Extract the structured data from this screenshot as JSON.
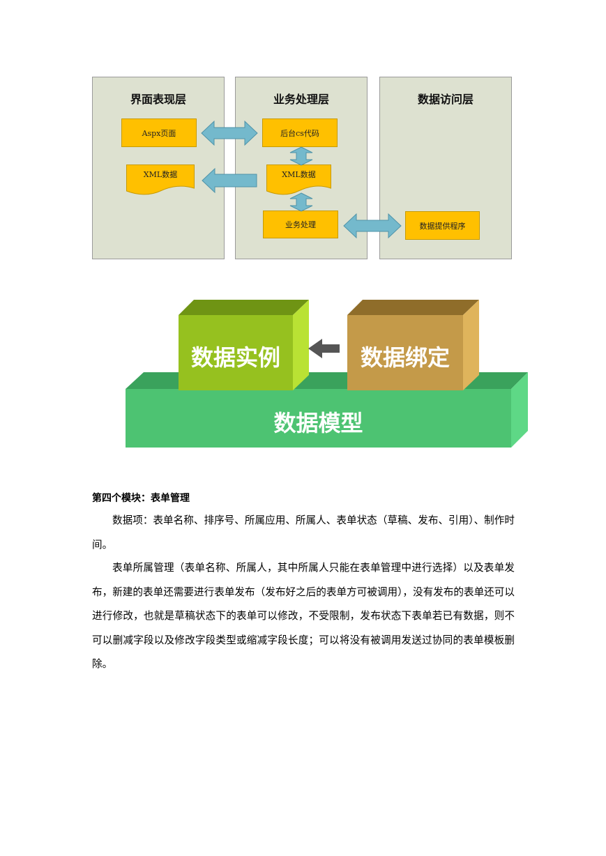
{
  "architecture": {
    "layers": {
      "ui": "界面表现层",
      "business": "业务处理层",
      "data_access": "数据访问层"
    },
    "boxes": {
      "aspx": "Aspx页面",
      "xml_left": "XML数据",
      "backend": "后台cs代码",
      "xml_mid": "XML数据",
      "business_proc": "业务处理",
      "data_provider": "数据提供程序"
    }
  },
  "blocks": {
    "instance": "数据实例",
    "binding": "数据绑定",
    "model": "数据模型",
    "colors": {
      "instance": "#96c11f",
      "binding": "#c49a49",
      "model": "#4dc372"
    }
  },
  "section": {
    "heading": "第四个模块：表单管理",
    "para1": "数据项：表单名称、排序号、所属应用、所属人、表单状态（草稿、发布、引用）、制作时间。",
    "para2": "表单所属管理（表单名称、所属人，其中所属人只能在表单管理中进行选择）以及表单发布，新建的表单还需要进行表单发布（发布好之后的表单方可被调用），没有发布的表单还可以进行修改，也就是草稿状态下的表单可以修改，不受限制，发布状态下表单若已有数据，则不可以删减字段以及修改字段类型或缩减字段长度；可以将没有被调用发送过协同的表单模板删除。"
  }
}
